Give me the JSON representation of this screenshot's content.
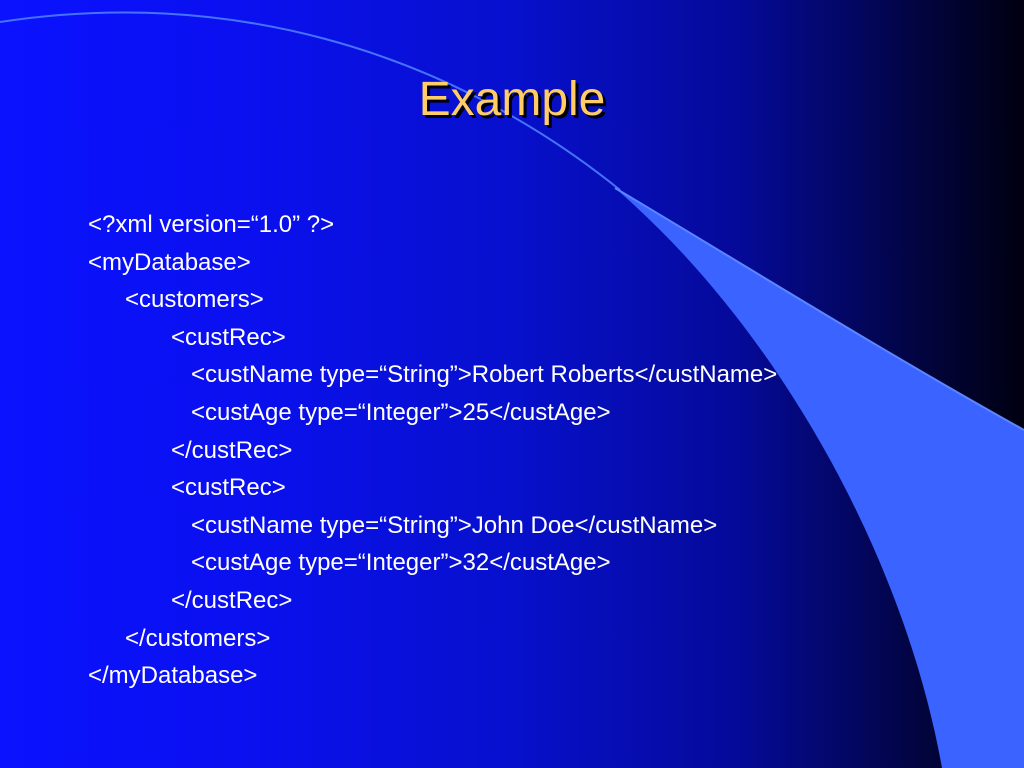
{
  "slide": {
    "title": "Example",
    "code_lines": [
      "<?xml version=“1.0” ?>",
      "<myDatabase>",
      "<customers>",
      "<custRec>",
      "<custName type=“String”>Robert Roberts</custName>",
      "<custAge type=“Integer”>25</custAge>",
      "</custRec>",
      "<custRec>",
      "<custName type=“String”>John Doe</custName>",
      "<custAge type=“Integer”>32</custAge>",
      "</custRec>",
      "</customers>",
      "</myDatabase>"
    ]
  },
  "colors": {
    "background_left": "#0a12ff",
    "background_right": "#000010",
    "title": "#ffcc66",
    "body_text": "#ffffff",
    "decor_light_blue": "#3a63ff"
  }
}
